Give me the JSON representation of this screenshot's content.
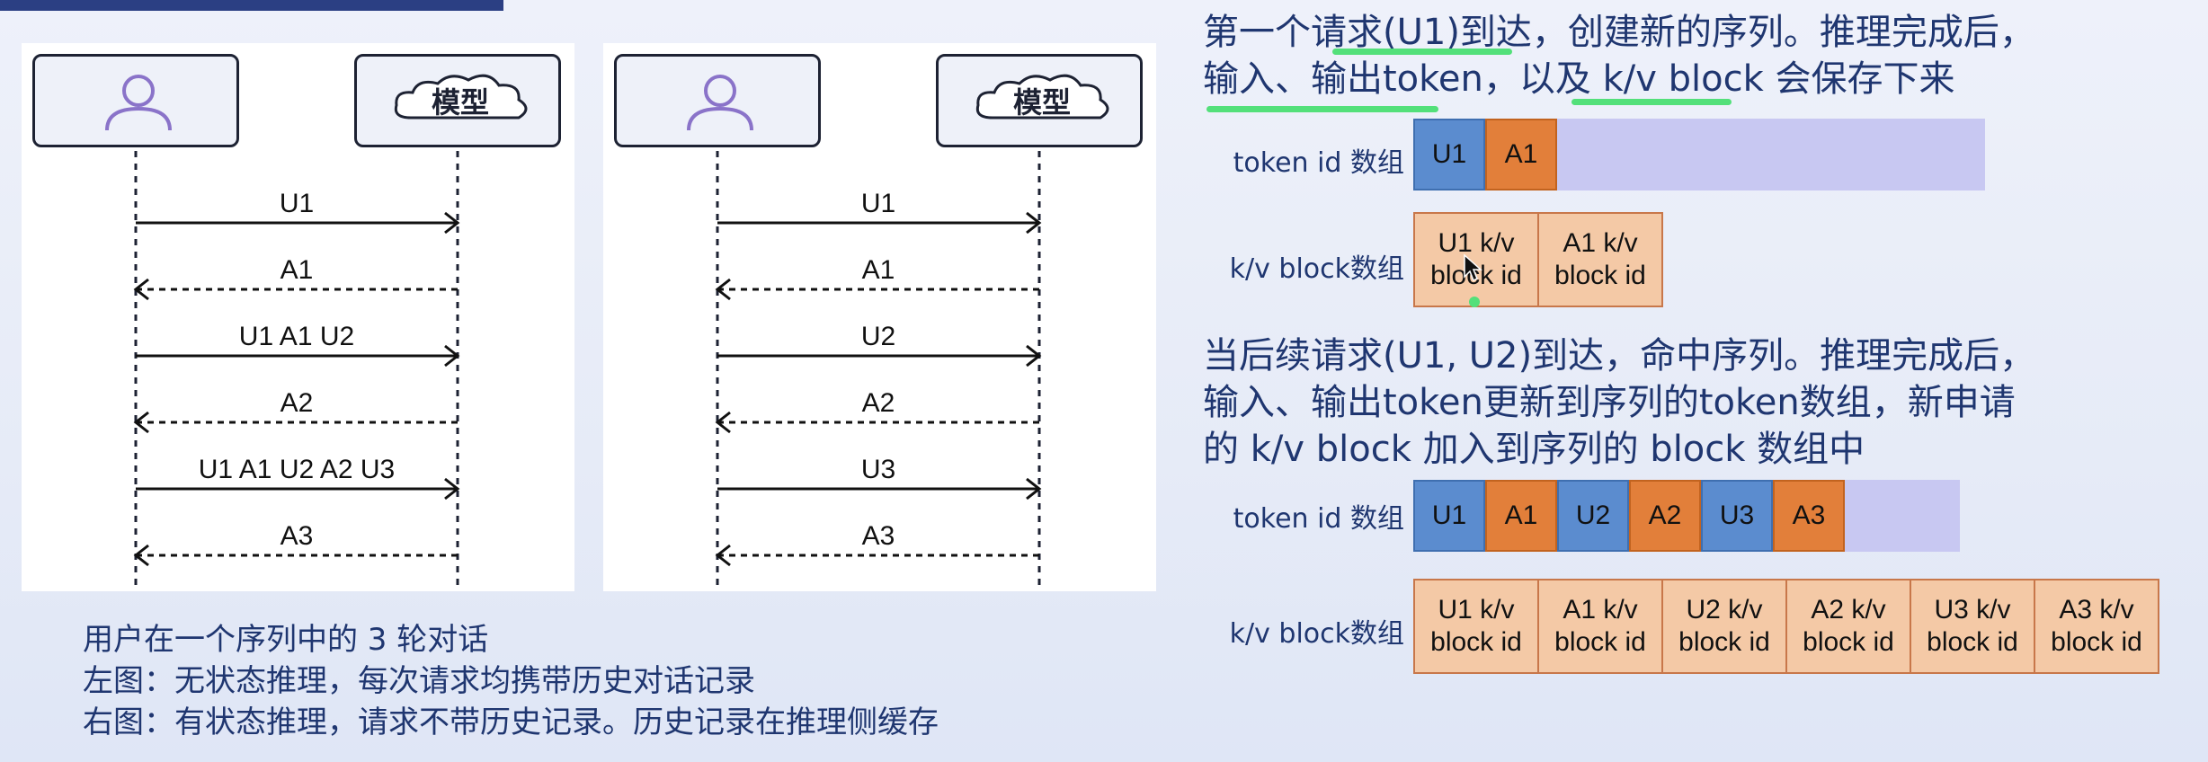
{
  "left_diagram": {
    "user_icon": "person-icon",
    "model_label": "模型",
    "messages": [
      {
        "label": "U1",
        "dir": "to-model"
      },
      {
        "label": "A1",
        "dir": "to-user"
      },
      {
        "label": "U1 A1 U2",
        "dir": "to-model"
      },
      {
        "label": "A2",
        "dir": "to-user"
      },
      {
        "label": "U1 A1 U2 A2 U3",
        "dir": "to-model"
      },
      {
        "label": "A3",
        "dir": "to-user"
      }
    ]
  },
  "right_diagram": {
    "user_icon": "person-icon",
    "model_label": "模型",
    "messages": [
      {
        "label": "U1",
        "dir": "to-model"
      },
      {
        "label": "A1",
        "dir": "to-user"
      },
      {
        "label": "U2",
        "dir": "to-model"
      },
      {
        "label": "A2",
        "dir": "to-user"
      },
      {
        "label": "U3",
        "dir": "to-model"
      },
      {
        "label": "A3",
        "dir": "to-user"
      }
    ]
  },
  "captions": [
    "用户在一个序列中的 3 轮对话",
    "左图：无状态推理，每次请求均携带历史对话记录",
    "右图：有状态推理，请求不带历史记录。历史记录在推理侧缓存"
  ],
  "section1": {
    "line1": "第一个请求(U1)到达，创建新的序列。推理完成后，",
    "line2": "输入、输出token，以及 k/v block 会保存下来",
    "token_label": "token id 数组",
    "kv_label": "k/v block数组",
    "tokens": [
      "U1",
      "A1"
    ],
    "kv_blocks": [
      "U1 k/v\nblock id",
      "A1 k/v\nblock id"
    ]
  },
  "section2": {
    "line1": "当后续请求(U1, U2)到达，命中序列。推理完成后，",
    "line2": "输入、输出token更新到序列的token数组，新申请",
    "line3": "的 k/v block 加入到序列的 block 数组中",
    "token_label": "token id 数组",
    "kv_label": "k/v block数组",
    "tokens": [
      "U1",
      "A1",
      "U2",
      "A2",
      "U3",
      "A3"
    ],
    "kv_blocks": [
      "U1 k/v\nblock id",
      "A1 k/v\nblock id",
      "U2 k/v\nblock id",
      "A2 k/v\nblock id",
      "U3 k/v\nblock id",
      "A3 k/v\nblock id"
    ]
  },
  "colors": {
    "user_token": "#5b8ccf",
    "assistant_token": "#e27f3a",
    "kv_block": "#f4c9a6",
    "token_array_empty": "#c8c8f2",
    "highlight": "#53e07a"
  }
}
